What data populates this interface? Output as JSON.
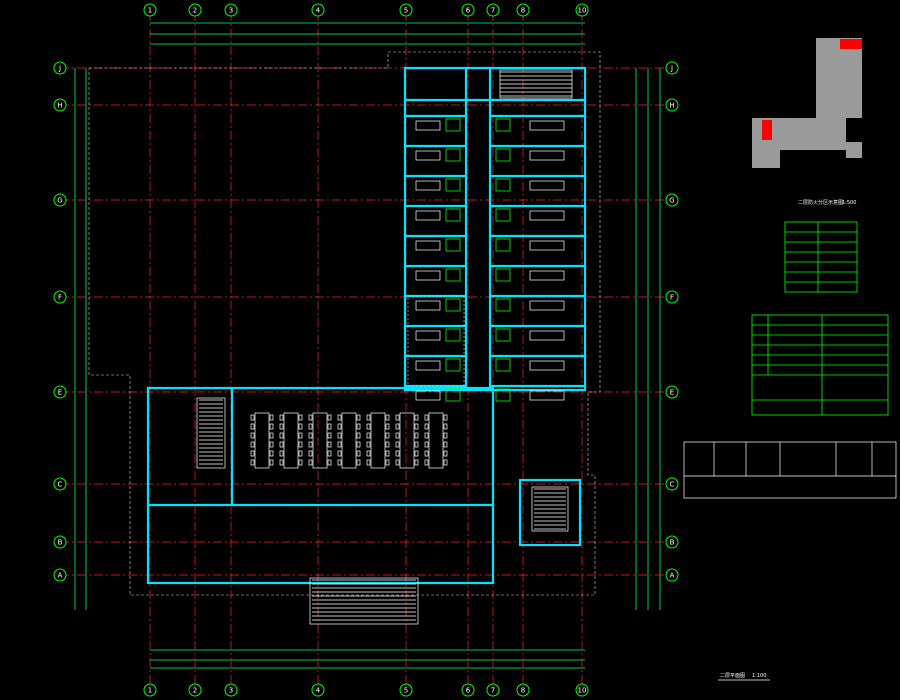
{
  "axes_top": [
    "1",
    "2",
    "3",
    "4",
    "5",
    "6",
    "7",
    "8",
    "10"
  ],
  "axes_left": [
    "J",
    "H",
    "G",
    "F",
    "E",
    "C",
    "B",
    "A"
  ],
  "drawing_title": "二层平面图",
  "drawing_scale": "1:100",
  "keyplan_title": "二层防火分区示意图",
  "keyplan_scale": "1:500",
  "colors": {
    "background": "#000000",
    "dimension": "#00ff66",
    "axis": "#ff2020",
    "wall": "#00e5ff",
    "table": "#00ff00",
    "keyplan_fill": "#9a9a9a",
    "keyplan_mark": "#ff0000"
  }
}
